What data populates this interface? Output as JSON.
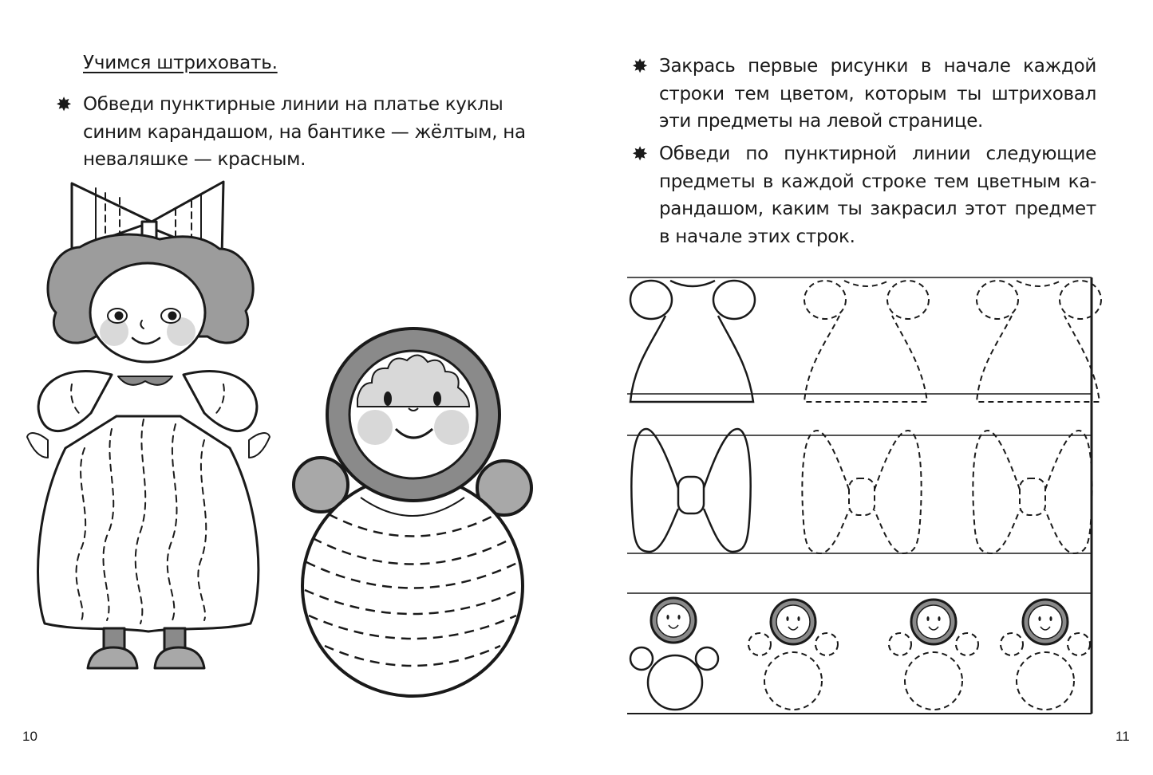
{
  "left_page": {
    "heading": "Учимся штриховать.",
    "instruction": {
      "bullet": "✸",
      "lines": [
        "Обведи пунктирные линии  на  платье куклы",
        "синим карандашом, на бантике — жёлтым, на",
        "неваляшке — красным."
      ]
    },
    "illustrations": [
      "doll-with-bow",
      "roly-poly-toy"
    ],
    "page_number": "10"
  },
  "right_page": {
    "instructions": [
      {
        "bullet": "✸",
        "lines": [
          "Закрась первые рисунки в начале каждой",
          "строки тем цветом, которым ты штриховал",
          "эти предметы на левой странице."
        ]
      },
      {
        "bullet": "✸",
        "lines": [
          "Обведи по пунктирной линии следующие",
          "предметы в каждой строке тем цветным ка-",
          "рандашом, каким ты закрасил этот предмет",
          "в начале этих строк."
        ]
      }
    ],
    "tracing_rows": [
      {
        "item": "dress",
        "solid_count": 1,
        "dashed_count": 2
      },
      {
        "item": "bow",
        "solid_count": 1,
        "dashed_count": 2
      },
      {
        "item": "roly-poly",
        "solid_count": 1,
        "dashed_count": 3
      }
    ],
    "page_number": "11"
  },
  "colors": {
    "ink": "#1a1a1a",
    "gray_dark": "#8a8a8a",
    "gray_mid": "#a8a8a8",
    "gray_light": "#d8d8d8"
  }
}
